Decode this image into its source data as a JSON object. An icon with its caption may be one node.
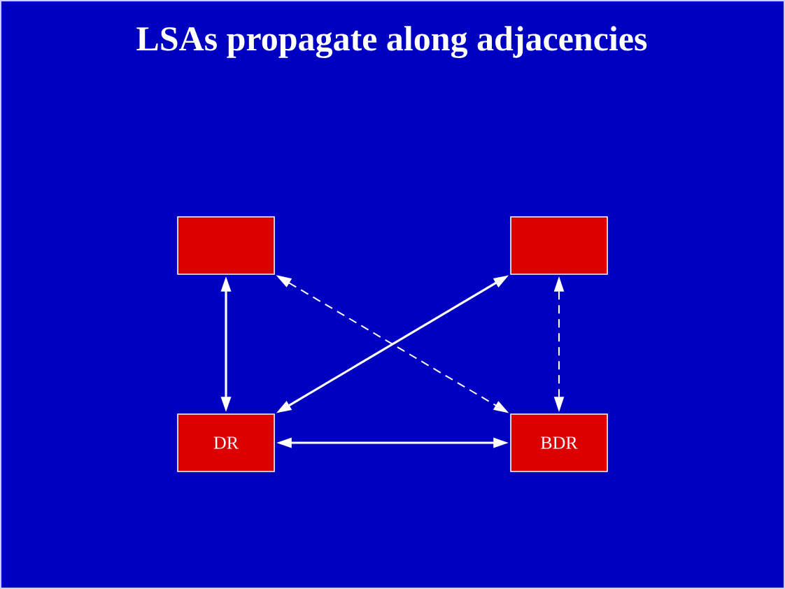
{
  "diagram": {
    "title": "LSAs propagate along adjacencies",
    "nodes": [
      {
        "text": [],
        "shape": "box"
      },
      {
        "text": [],
        "shape": "box"
      },
      {
        "text": [
          "DR"
        ]
      },
      {
        "text": [
          "BDR"
        ]
      }
    ],
    "edges": [
      {
        "from": 0,
        "to": 2,
        "arrow": "both"
      },
      {
        "from": 1,
        "to": 2,
        "arrow": "both"
      },
      {
        "from": 0,
        "to": 3,
        "arrow": "both",
        "style": "dashed"
      },
      {
        "from": 1,
        "to": 3,
        "arrow": "both",
        "style": "dashed"
      },
      {
        "from": 2,
        "to": 3,
        "arrow": "both"
      }
    ]
  }
}
